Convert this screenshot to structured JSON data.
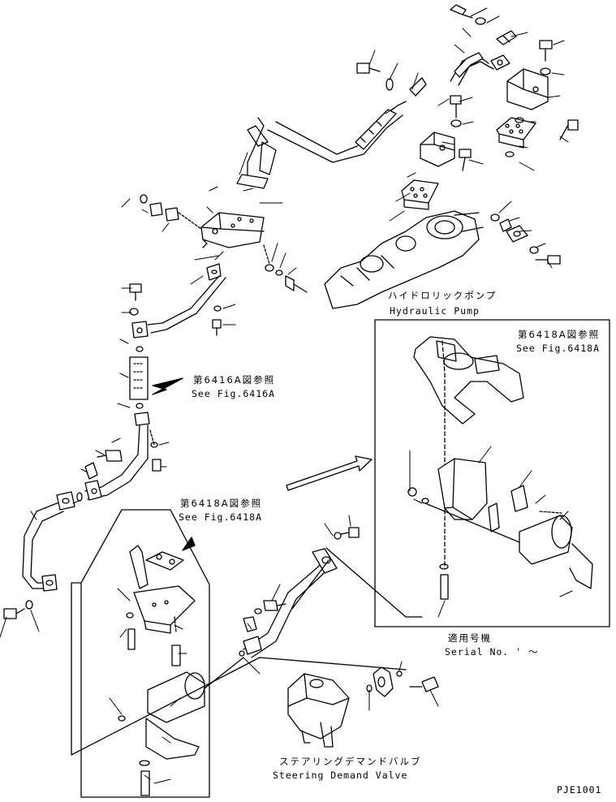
{
  "labels": {
    "hydraulic_pump_jp": "ハイドロリックポンプ",
    "hydraulic_pump_en": "Hydraulic Pump",
    "fig6418a_top_jp": "第6418A図参照",
    "fig6418a_top_en": "See Fig.6418A",
    "fig6416a_jp": "第6416A図参照",
    "fig6416a_en": "See Fig.6416A",
    "fig6418a_mid_jp": "第6418A図参照",
    "fig6418a_mid_en": "See Fig.6418A",
    "serial_jp": "適用号機",
    "serial_en": "Serial No.  '  ～",
    "steering_valve_jp": "ステアリングデマンドバルブ",
    "steering_valve_en": "Steering Demand Valve",
    "drawing_no": "PJE1001"
  }
}
